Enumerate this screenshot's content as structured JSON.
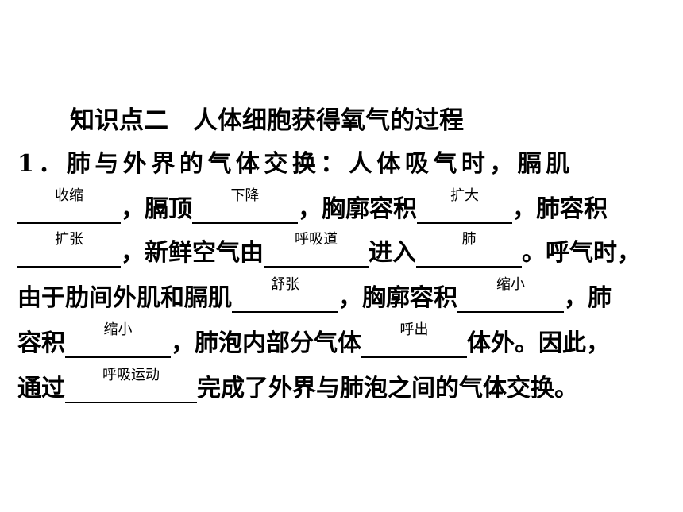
{
  "heading": "知识点二　人体细胞获得氧气的过程",
  "lines": [
    {
      "segments": [
        "1．肺与外界的气体交换：人体吸气时，膈肌"
      ]
    },
    {
      "segments": [
        "，膈顶",
        "，胸廓容积",
        "，肺容积"
      ]
    },
    {
      "segments": [
        "，新鲜空气由",
        "进入",
        "。呼气时，"
      ]
    },
    {
      "segments": [
        "由于肋间外肌和膈肌",
        "，胸廓容积",
        "，肺"
      ]
    },
    {
      "segments": [
        "容积",
        "，肺泡内部分气体",
        "体外。因此，"
      ]
    },
    {
      "segments": [
        "通过",
        "完成了外界与肺泡之间的气体交换。"
      ]
    }
  ],
  "answers": [
    "收缩",
    "下降",
    "扩大",
    "扩张",
    "呼吸道",
    "肺",
    "舒张",
    "缩小",
    "缩小",
    "呼出",
    "呼吸运动"
  ]
}
